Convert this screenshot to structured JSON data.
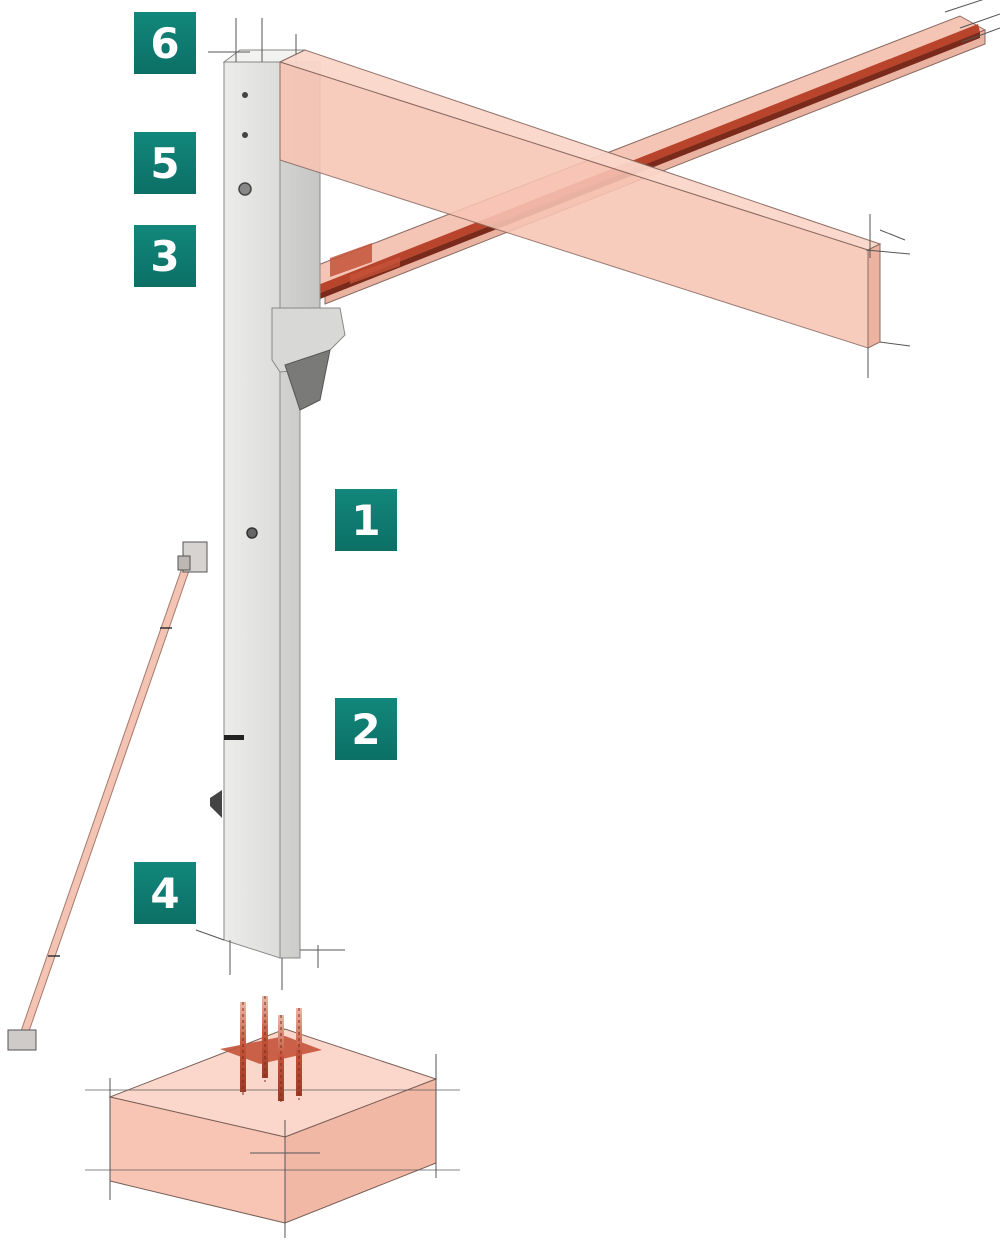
{
  "markers": {
    "m6": "6",
    "m5": "5",
    "m3": "3",
    "m1": "1",
    "m2": "2",
    "m4": "4"
  },
  "colors": {
    "accent": "#0f7d72",
    "beam_fill": "#f7c7b8",
    "rebar_accent": "#c4533a",
    "concrete": "#e8e8e6",
    "construction_lines": "#555555"
  },
  "parts": [
    "precast-column",
    "roof-beam",
    "purlin",
    "corbel",
    "bracing-strut",
    "foundation-block",
    "anchor-bars"
  ]
}
